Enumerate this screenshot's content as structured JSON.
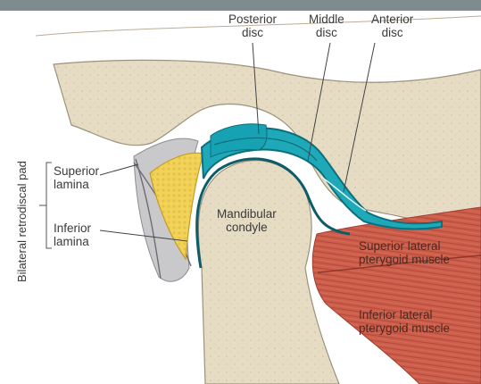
{
  "labels": {
    "posterior_disc": "Posterior\ndisc",
    "middle_disc": "Middle\ndisc",
    "anterior_disc": "Anterior\ndisc",
    "superior_lamina": "Superior\nlamina",
    "inferior_lamina": "Inferior\nlamina",
    "mandibular_condyle": "Mandibular\ncondyle",
    "superior_lateral_pterygoid": "Superior lateral\npterygoid muscle",
    "inferior_lateral_pterygoid": "Inferior lateral\npterygoid muscle",
    "bilateral_retrodiscal_pad": "Bilateral retrodiscal pad"
  },
  "colors": {
    "top_bar": "#7f8c8d",
    "bone": "#e6dcc4",
    "disc": "#1fa9b8",
    "disc_dark": "#0c6f7c",
    "fat_pad": "#f1d25b",
    "synovium": "#c9c9cc",
    "muscle": "#cc5e4b"
  }
}
